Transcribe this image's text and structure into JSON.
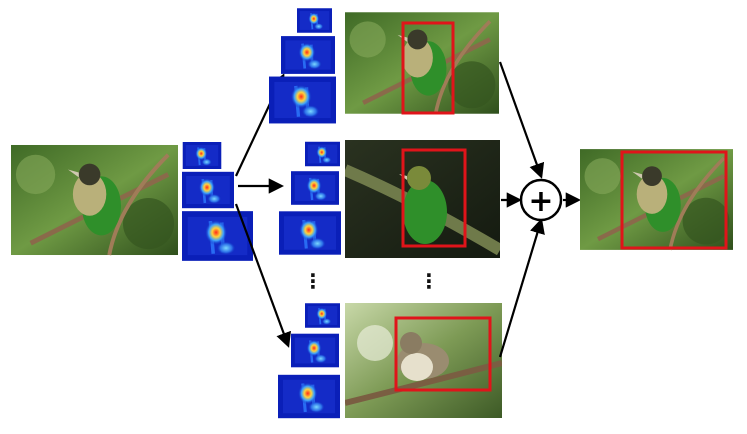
{
  "diagram": {
    "vertical_ellipsis": "⋮",
    "combine_symbol": "+",
    "colors": {
      "box": "#e0141a",
      "arrow": "#000000",
      "heatmap_base": "#0a1fb8",
      "heatmap_mid": "#3aa0ff",
      "heatmap_hot": "#ff2a1a",
      "foliage": "#4f7a2e",
      "dark_bg": "#1e2418",
      "bird_green": "#2f8f2a",
      "bird_speckle": "#b9b07a",
      "bird_brown": "#9a8c70"
    },
    "nodes": [
      {
        "id": "query-image",
        "icon": "bird-photo-icon"
      },
      {
        "id": "query-heatmaps",
        "icon": "heatmap-icon"
      },
      {
        "id": "retrieved-image-1",
        "icon": "bird-photo-icon"
      },
      {
        "id": "retrieved-image-2",
        "icon": "bird-photo-icon"
      },
      {
        "id": "retrieved-image-n",
        "icon": "bird-photo-icon"
      },
      {
        "id": "combine-node",
        "icon": "plus-circle-icon"
      },
      {
        "id": "output-image",
        "icon": "bird-photo-icon"
      }
    ]
  }
}
